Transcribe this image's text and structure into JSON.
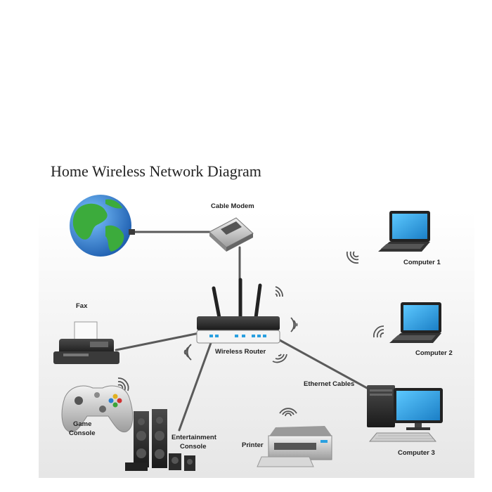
{
  "title": "Home Wireless Network Diagram",
  "labels": {
    "cable_modem": "Cable Modem",
    "computer_1": "Computer 1",
    "computer_2": "Computer 2",
    "computer_3": "Computer 3",
    "fax": "Fax",
    "wireless_router": "Wireless Router",
    "ethernet_cables": "Ethernet Cables",
    "game_console_1": "Game",
    "game_console_2": "Console",
    "entertainment_console_1": "Entertainment",
    "entertainment_console_2": "Console",
    "printer": "Printer"
  },
  "colors": {
    "screen": "#2aa0e0",
    "device_dark": "#2d2d2d",
    "cable": "#555555",
    "globe_ocean": "#2a7fd0",
    "globe_land": "#3aa33a"
  }
}
